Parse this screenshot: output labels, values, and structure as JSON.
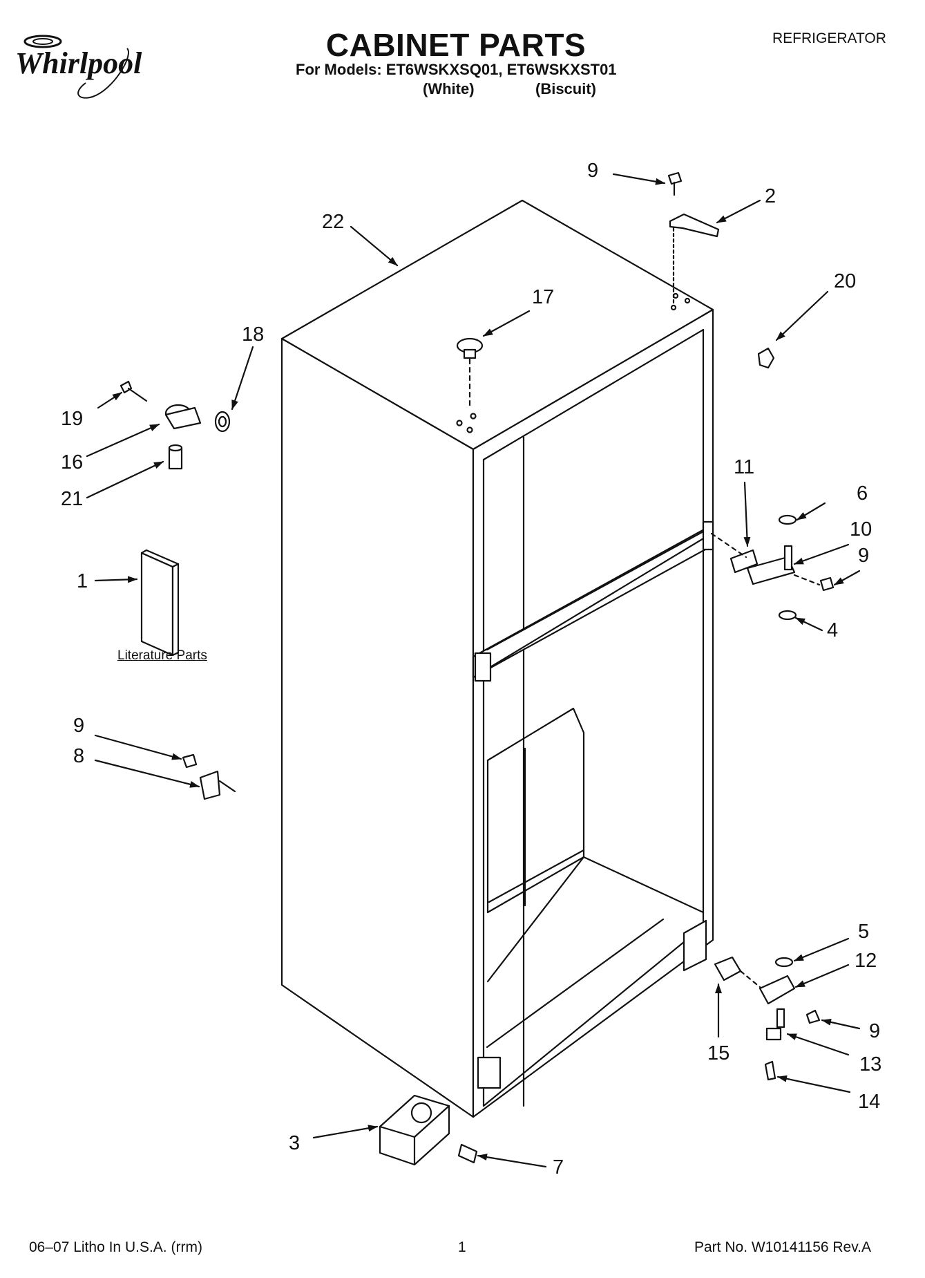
{
  "header": {
    "brand": "Whirlpool",
    "title": "CABINET PARTS",
    "models_line": "For Models: ET6WSKXSQ01, ET6WSKXST01",
    "color_white": "(White)",
    "color_biscuit": "(Biscuit)",
    "category": "REFRIGERATOR"
  },
  "callouts": [
    "9",
    "2",
    "22",
    "20",
    "17",
    "18",
    "19",
    "16",
    "21",
    "11",
    "6",
    "10",
    "9",
    "1",
    "4",
    "9",
    "8",
    "5",
    "12",
    "9",
    "15",
    "13",
    "14",
    "3",
    "7"
  ],
  "literature_caption": "Literature Parts",
  "footer": {
    "left": "06–07 Litho In U.S.A. (rrm)",
    "page": "1",
    "right": "Part No. W10141156 Rev.A"
  }
}
